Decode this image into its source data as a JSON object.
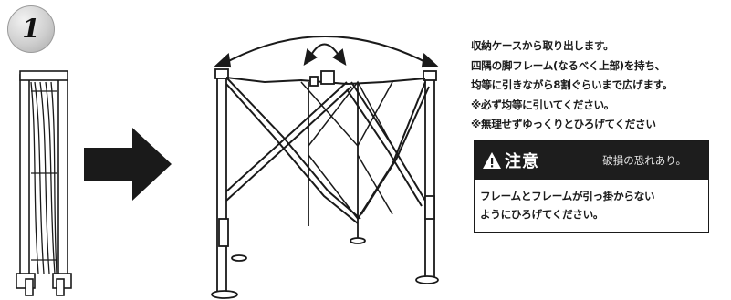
{
  "step": {
    "number": "1"
  },
  "instructions": {
    "lines": [
      "収納ケースから取り出します。",
      "四隅の脚フレーム(なるべく上部)を持ち、",
      "均等に引きながら8割ぐらいまで広げます。",
      "※必ず均等に引いてください。",
      "※無理せずゆっくりとひろげてください"
    ]
  },
  "caution": {
    "icon": "warning-triangle-icon",
    "title": "注意",
    "subtitle": "破損の恐れあり。",
    "body_lines": [
      "フレームとフレームが引っ掛からない",
      "ようにひろげてください。"
    ]
  },
  "icons": {
    "arrow": "right-arrow-icon",
    "curved_arrows": "expand-arrows-icon"
  },
  "colors": {
    "ink": "#1a1a1a",
    "header_bg": "#1d1d1d",
    "badge": "#c8c8c8"
  }
}
